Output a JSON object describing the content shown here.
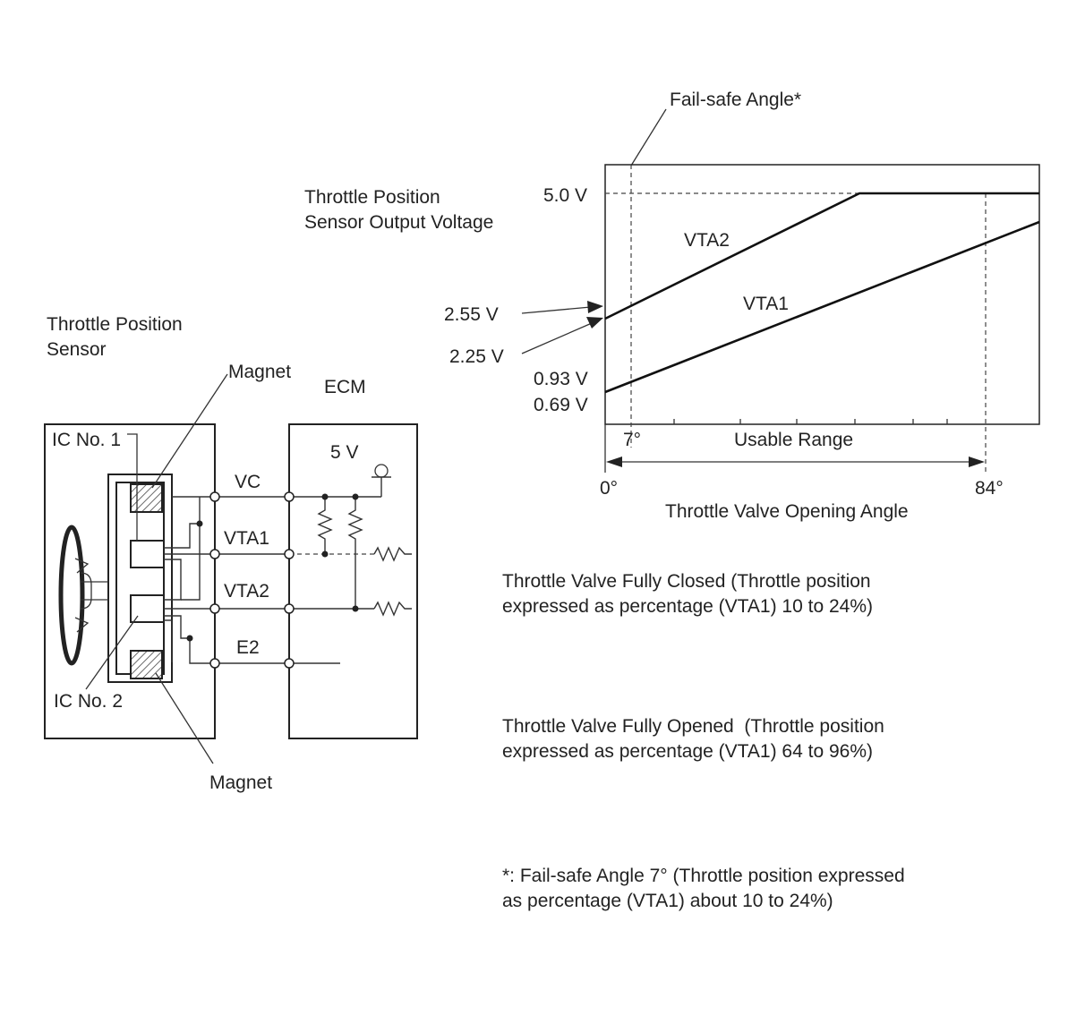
{
  "circuit": {
    "sensor_title_line1": "Throttle Position",
    "sensor_title_line2": "Sensor",
    "magnet_top": "Magnet",
    "magnet_bottom": "Magnet",
    "ecm": "ECM",
    "ic1": "IC No. 1",
    "ic2": "IC No. 2",
    "supply": "5 V",
    "terminals": [
      "VC",
      "VTA1",
      "VTA2",
      "E2"
    ]
  },
  "graph": {
    "fail_safe_label": "Fail-safe Angle*",
    "ylabel_line1": "Throttle Position",
    "ylabel_line2": "Sensor Output Voltage",
    "y_ticks": [
      "5.0 V",
      "2.55 V",
      "2.25 V",
      "0.93 V",
      "0.69 V"
    ],
    "x_ticks": [
      "0°",
      "7°",
      "84°"
    ],
    "usable_range": "Usable Range",
    "xlabel": "Throttle Valve Opening Angle",
    "series_labels": [
      "VTA2",
      "VTA1"
    ]
  },
  "notes": {
    "closed_line1": "Throttle Valve Fully Closed (Throttle position",
    "closed_line2": "expressed as percentage (VTA1) 10 to 24%)",
    "opened_line1": "Throttle Valve Fully Opened  (Throttle position",
    "opened_line2": "expressed as percentage (VTA1) 64 to 96%)",
    "footnote_line1": "*: Fail-safe Angle 7° (Throttle position expressed",
    "footnote_line2": "as percentage (VTA1) about 10 to 24%)"
  }
}
